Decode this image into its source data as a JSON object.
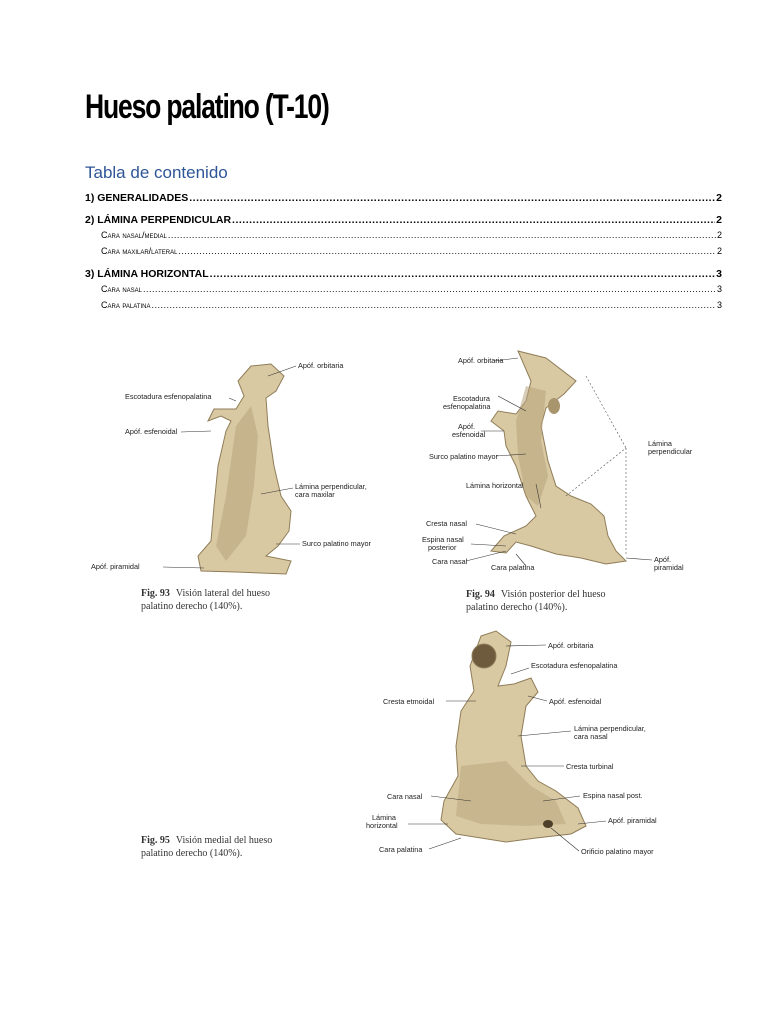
{
  "title": "Hueso palatino (T-10)",
  "toc": {
    "heading": "Tabla de contenido",
    "entries": [
      {
        "label": "1) GENERALIDADES",
        "page": "2",
        "level": 1
      },
      {
        "label": "2) LÁMINA PERPENDICULAR",
        "page": "2",
        "level": 1
      },
      {
        "label": "Cara nasal/medial",
        "page": "2",
        "level": 2
      },
      {
        "label": "Cara maxilar/lateral",
        "page": "2",
        "level": 2
      },
      {
        "label": "3) LÁMINA HORIZONTAL",
        "page": "3",
        "level": 1
      },
      {
        "label": "Cara nasal",
        "page": "3",
        "level": 2
      },
      {
        "label": "Cara palatina",
        "page": "3",
        "level": 2
      }
    ]
  },
  "figures": {
    "fig93": {
      "caption_num": "Fig. 93",
      "caption_line1": "Visión lateral del hueso",
      "caption_line2": "palatino derecho (140%).",
      "labels": {
        "orbitaria": "Apóf. orbitaria",
        "escotadura": "Escotadura esfenopalatina",
        "esfenoidal": "Apóf. esfenoidal",
        "lamina1": "Lámina perpendicular,",
        "lamina2": "cara maxilar",
        "surco": "Surco palatino mayor",
        "piramidal": "Apóf. piramidal"
      }
    },
    "fig94": {
      "caption_num": "Fig. 94",
      "caption_line1": "Visión posterior del hueso",
      "caption_line2": "palatino derecho (140%).",
      "labels": {
        "orbitaria": "Apóf. orbitaria",
        "escotadura1": "Escotadura",
        "escotadura2": "esfenopalatina",
        "esfenoidal1": "Apóf.",
        "esfenoidal2": "esfenoidal",
        "surco": "Surco palatino mayor",
        "horizontal": "Lámina horizontal",
        "cresta": "Cresta nasal",
        "espina1": "Espina nasal",
        "espina2": "posterior",
        "caranasal": "Cara nasal",
        "carapalatina": "Cara palatina",
        "perp1": "Lámina",
        "perp2": "perpendicular",
        "piramidal1": "Apóf.",
        "piramidal2": "piramidal"
      }
    },
    "fig95": {
      "caption_num": "Fig. 95",
      "caption_line1": "Visión medial del hueso",
      "caption_line2": "palatino derecho (140%).",
      "labels": {
        "orbitaria": "Apóf. orbitaria",
        "escotadura": "Escotadura esfenopalatina",
        "etmoidal": "Cresta etmoidal",
        "esfenoidal": "Apóf. esfenoidal",
        "lamina1": "Lámina perpendicular,",
        "lamina2": "cara nasal",
        "turbinal": "Cresta turbinal",
        "caranasal": "Cara nasal",
        "espina": "Espina nasal post.",
        "horiz1": "Lámina",
        "horiz2": "horizontal",
        "piramidal": "Apóf. piramidal",
        "carapalatina": "Cara palatina",
        "orificio": "Orificio palatino mayor"
      }
    }
  }
}
